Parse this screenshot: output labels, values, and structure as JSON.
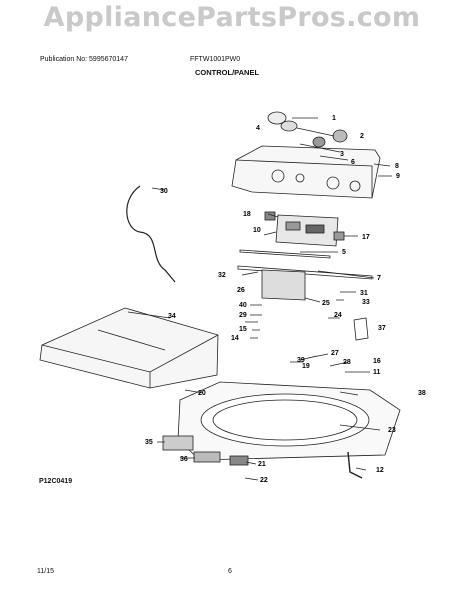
{
  "header": {
    "watermark": "AppliancePartsPros.com",
    "publication": "Publication No: 5995670147",
    "model": "FFTW1001PW0",
    "section": "CONTROL/PANEL"
  },
  "diagram": {
    "callouts": [
      "1",
      "2",
      "3",
      "4",
      "5",
      "6",
      "7",
      "8",
      "9",
      "10",
      "11",
      "12",
      "14",
      "15",
      "16",
      "17",
      "18",
      "19",
      "20",
      "21",
      "22",
      "23",
      "24",
      "25",
      "26",
      "27",
      "28",
      "29",
      "30",
      "31",
      "32",
      "33",
      "34",
      "35",
      "36",
      "37",
      "38",
      "39",
      "40"
    ]
  },
  "footer": {
    "code": "P12C0419",
    "date": "11/15",
    "page": "6"
  }
}
